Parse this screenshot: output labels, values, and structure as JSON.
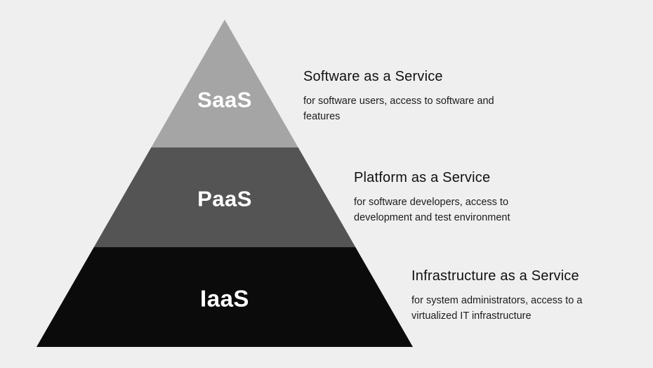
{
  "page": {
    "background_color": "#efefef",
    "type": "cloud-service-models-pyramid-diagram"
  },
  "pyramid": {
    "label_text_color": "#ffffff",
    "layers": [
      {
        "id": "saas",
        "label": "SaaS",
        "color": "#a5a5a5",
        "title": "Software as a Service",
        "description": "for software users, access to software and features"
      },
      {
        "id": "paas",
        "label": "PaaS",
        "color": "#545454",
        "title": "Platform as a Service",
        "description": "for software developers, access to development and test environment"
      },
      {
        "id": "iaas",
        "label": "IaaS",
        "color": "#0b0b0b",
        "title": "Infrastructure as a Service",
        "description": "for system administrators, access to a virtualized IT infrastructure"
      }
    ]
  }
}
